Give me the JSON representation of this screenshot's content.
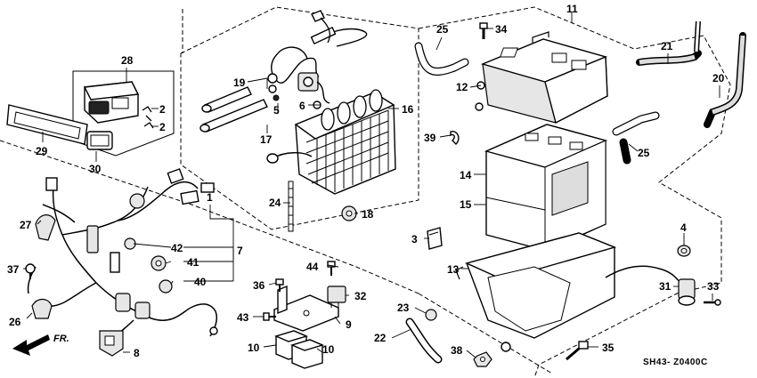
{
  "diagram": {
    "diagram_code": "SH43- Z0400C",
    "front_marker": "FR.",
    "callouts": [
      {
        "id": "c1",
        "text": "1"
      },
      {
        "id": "c2a",
        "text": "2"
      },
      {
        "id": "c2b",
        "text": "2"
      },
      {
        "id": "c3",
        "text": "3"
      },
      {
        "id": "c4",
        "text": "4"
      },
      {
        "id": "c5",
        "text": "5"
      },
      {
        "id": "c6",
        "text": "6"
      },
      {
        "id": "c7",
        "text": "7"
      },
      {
        "id": "c8",
        "text": "8"
      },
      {
        "id": "c9",
        "text": "9"
      },
      {
        "id": "c10a",
        "text": "10"
      },
      {
        "id": "c10b",
        "text": "10"
      },
      {
        "id": "c11",
        "text": "11"
      },
      {
        "id": "c12",
        "text": "12"
      },
      {
        "id": "c13",
        "text": "13"
      },
      {
        "id": "c14",
        "text": "14"
      },
      {
        "id": "c15",
        "text": "15"
      },
      {
        "id": "c16",
        "text": "16"
      },
      {
        "id": "c17",
        "text": "17"
      },
      {
        "id": "c18",
        "text": "18"
      },
      {
        "id": "c19",
        "text": "19"
      },
      {
        "id": "c20",
        "text": "20"
      },
      {
        "id": "c21",
        "text": "21"
      },
      {
        "id": "c22",
        "text": "22"
      },
      {
        "id": "c23",
        "text": "23"
      },
      {
        "id": "c24",
        "text": "24"
      },
      {
        "id": "c25a",
        "text": "25"
      },
      {
        "id": "c25b",
        "text": "25"
      },
      {
        "id": "c26",
        "text": "26"
      },
      {
        "id": "c27",
        "text": "27"
      },
      {
        "id": "c28",
        "text": "28"
      },
      {
        "id": "c29",
        "text": "29"
      },
      {
        "id": "c30",
        "text": "30"
      },
      {
        "id": "c31",
        "text": "31"
      },
      {
        "id": "c32",
        "text": "32"
      },
      {
        "id": "c33",
        "text": "33"
      },
      {
        "id": "c34",
        "text": "34"
      },
      {
        "id": "c35",
        "text": "35"
      },
      {
        "id": "c36",
        "text": "36"
      },
      {
        "id": "c37",
        "text": "37"
      },
      {
        "id": "c38",
        "text": "38"
      },
      {
        "id": "c39",
        "text": "39"
      },
      {
        "id": "c40",
        "text": "40"
      },
      {
        "id": "c41",
        "text": "41"
      },
      {
        "id": "c42",
        "text": "42"
      },
      {
        "id": "c43",
        "text": "43"
      },
      {
        "id": "c44",
        "text": "44"
      }
    ]
  }
}
